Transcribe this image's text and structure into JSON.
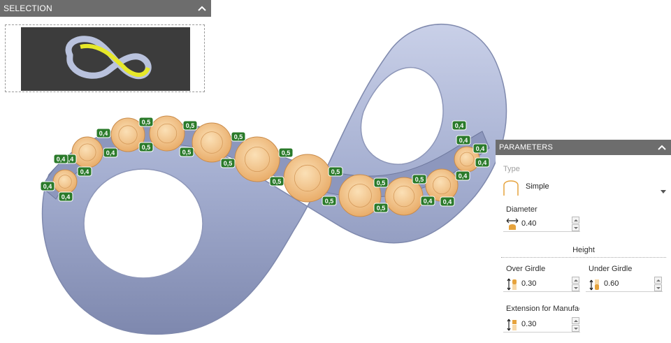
{
  "selection_panel": {
    "title": "SELECTION",
    "collapse_icon": "chevron-up-icon"
  },
  "parameters_panel": {
    "title": "PARAMETERS",
    "collapse_icon": "chevron-up-icon",
    "type": {
      "label": "Type",
      "value": "Simple",
      "icon": "prong-profile-icon",
      "dropdown_icon": "caret-down-icon"
    },
    "diameter": {
      "label": "Diameter",
      "value": "0.40",
      "icon": "diameter-icon"
    },
    "height_section": "Height",
    "over_girdle": {
      "label": "Over Girdle",
      "value": "0.30",
      "icon": "height-over-icon"
    },
    "under_girdle": {
      "label": "Under Girdle",
      "value": "0.60",
      "icon": "height-under-icon"
    },
    "extension": {
      "label": "Extension for Manufactu",
      "value": "0.30",
      "icon": "extension-icon"
    }
  },
  "viewport": {
    "prong_labels": [
      "0,4",
      "0,4",
      "0,4",
      "0,4",
      "0,4",
      "0,4",
      "0,4",
      "0,5",
      "0,5",
      "0,5",
      "0,5",
      "0,5",
      "0,5",
      "0,5",
      "0,5",
      "0,5",
      "0,5",
      "0,5",
      "0,5",
      "0,5",
      "0,4",
      "0,4",
      "0,4",
      "0,4",
      "0,4",
      "0,4",
      "0,4"
    ],
    "colors": {
      "ring": "#a9b3d2",
      "gem": "#f2c58e",
      "badge": "#2a7a2a",
      "header": "#6d6d6d"
    }
  }
}
